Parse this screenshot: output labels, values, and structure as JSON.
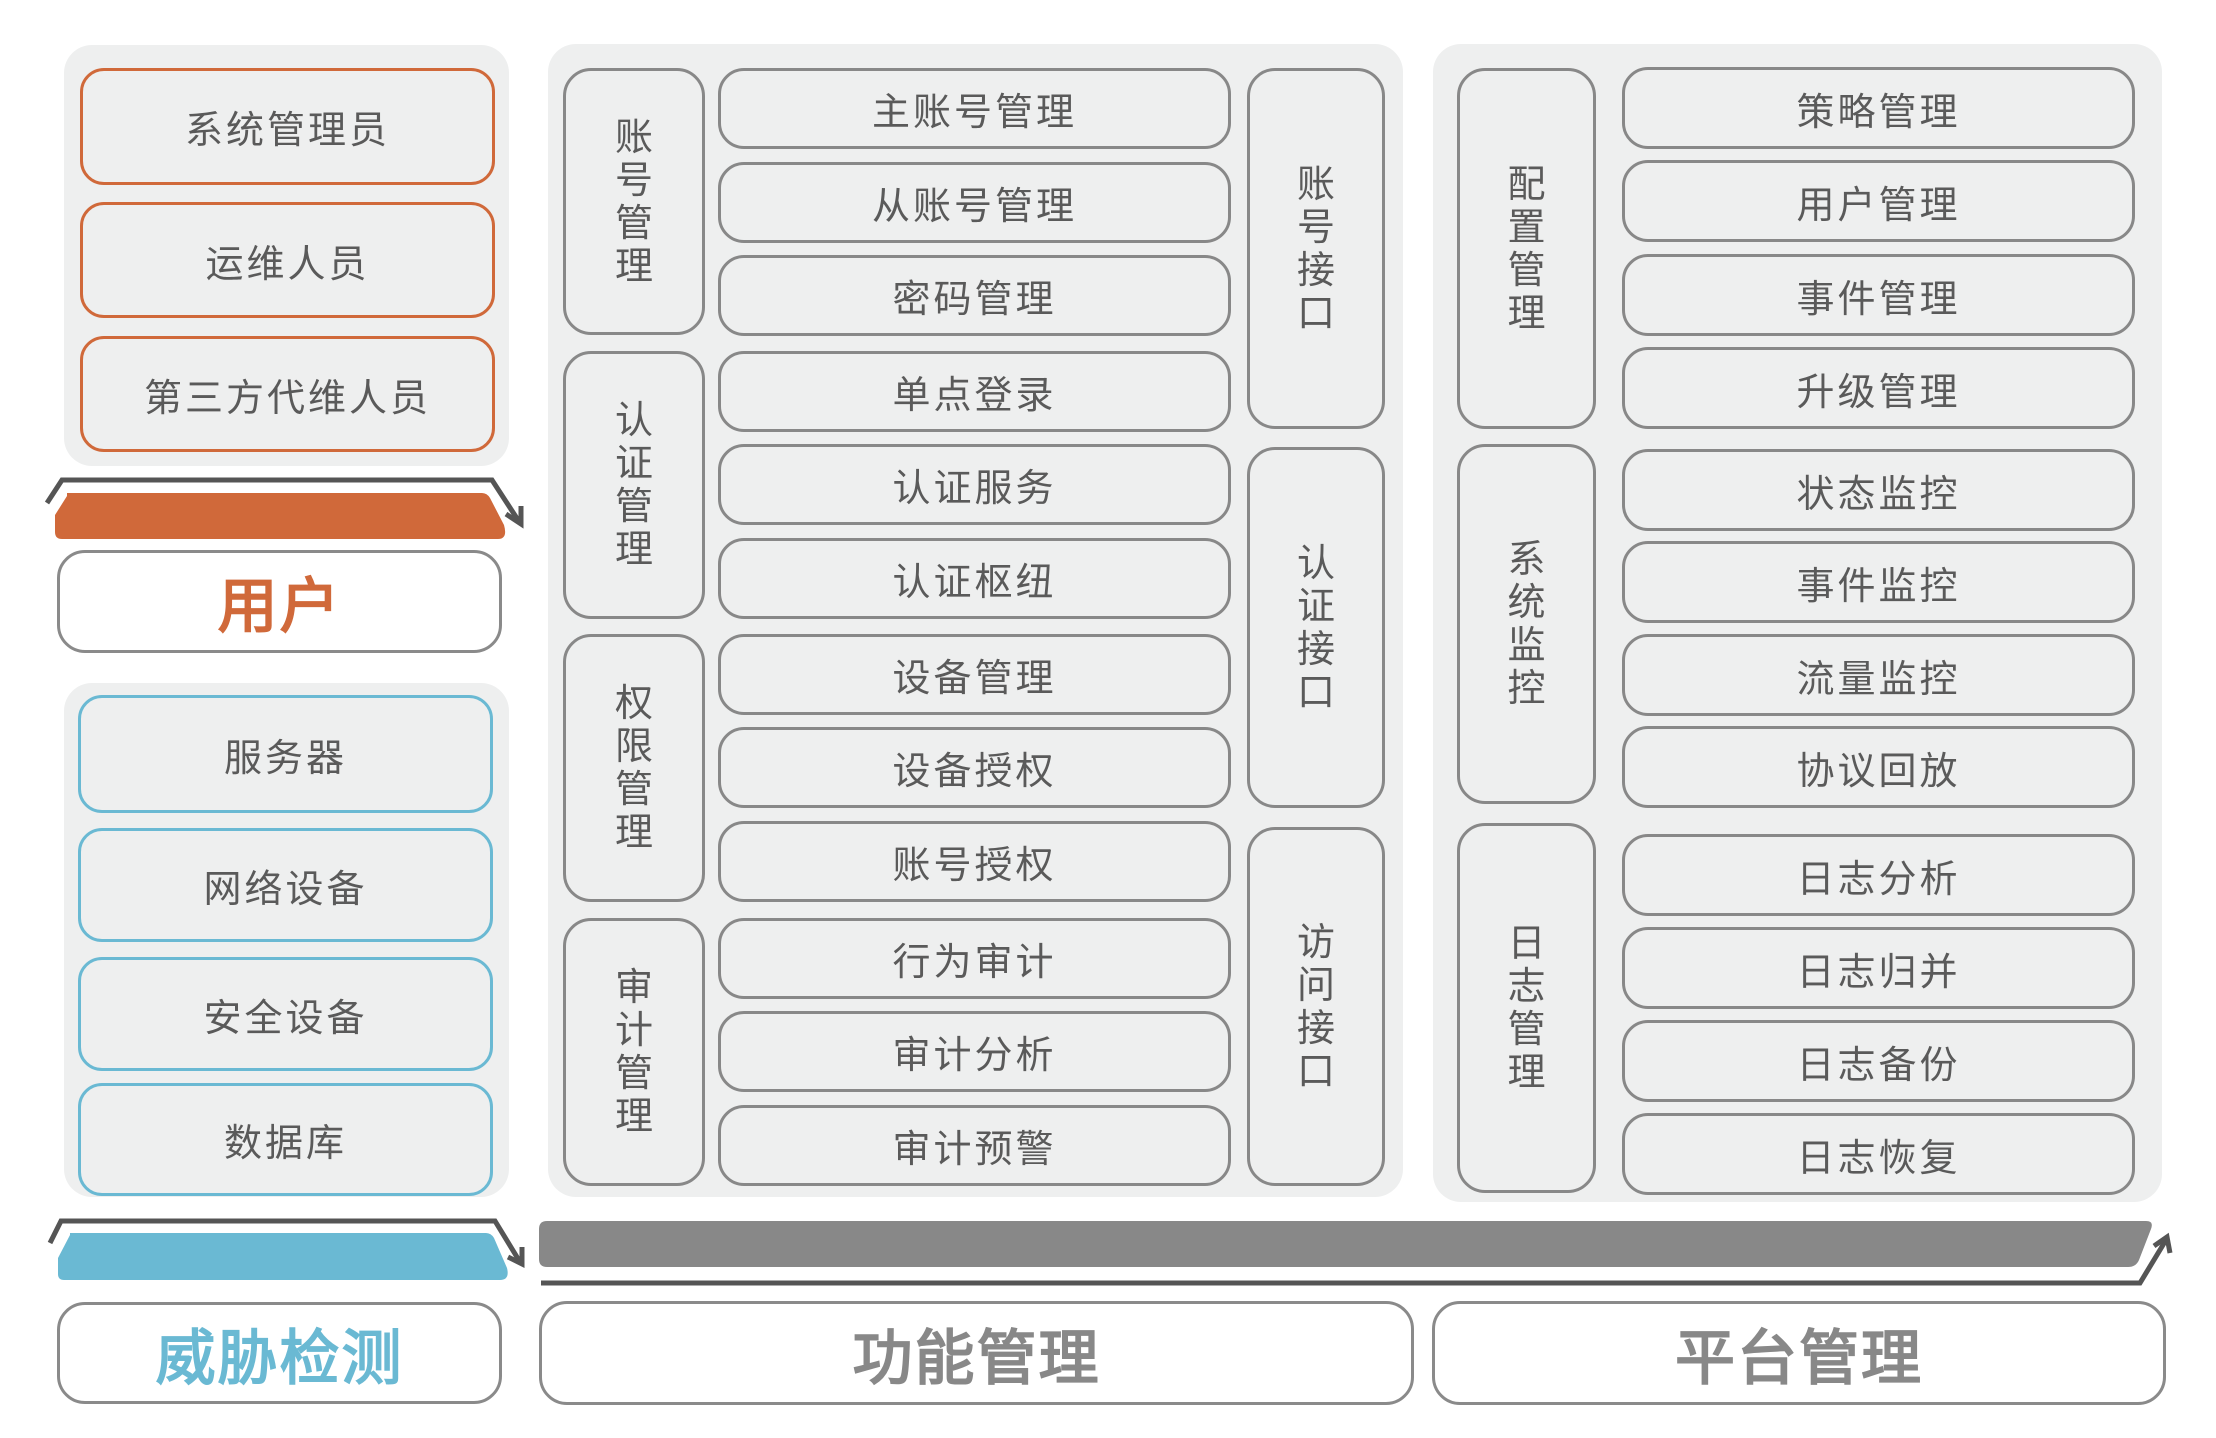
{
  "colors": {
    "user_accent": "#d0693a",
    "threat_accent": "#6ab9d3",
    "function_accent": "#888888",
    "arrow": "#555555",
    "panel_bg": "#eeefef",
    "box_border": "#888888",
    "text": "#5a5a5a"
  },
  "users": {
    "title": "用户",
    "items": [
      "系统管理员",
      "运维人员",
      "第三方代维人员"
    ]
  },
  "threat": {
    "title": "威胁检测",
    "items": [
      "服务器",
      "网络设备",
      "安全设备",
      "数据库"
    ]
  },
  "function": {
    "title": "功能管理",
    "groups": [
      {
        "category": "账号管理",
        "items": [
          "主账号管理",
          "从账号管理",
          "密码管理"
        ]
      },
      {
        "category": "认证管理",
        "items": [
          "单点登录",
          "认证服务",
          "认证枢纽"
        ]
      },
      {
        "category": "权限管理",
        "items": [
          "设备管理",
          "设备授权",
          "账号授权"
        ]
      },
      {
        "category": "审计管理",
        "items": [
          "行为审计",
          "审计分析",
          "审计预警"
        ]
      }
    ],
    "interfaces": [
      "账号接口",
      "认证接口",
      "访问接口"
    ]
  },
  "platform": {
    "title": "平台管理",
    "groups": [
      {
        "category": "配置管理",
        "items": [
          "策略管理",
          "用户管理",
          "事件管理",
          "升级管理"
        ]
      },
      {
        "category": "系统监控",
        "items": [
          "状态监控",
          "事件监控",
          "流量监控",
          "协议回放"
        ]
      },
      {
        "category": "日志管理",
        "items": [
          "日志分析",
          "日志归并",
          "日志备份",
          "日志恢复"
        ]
      }
    ]
  }
}
